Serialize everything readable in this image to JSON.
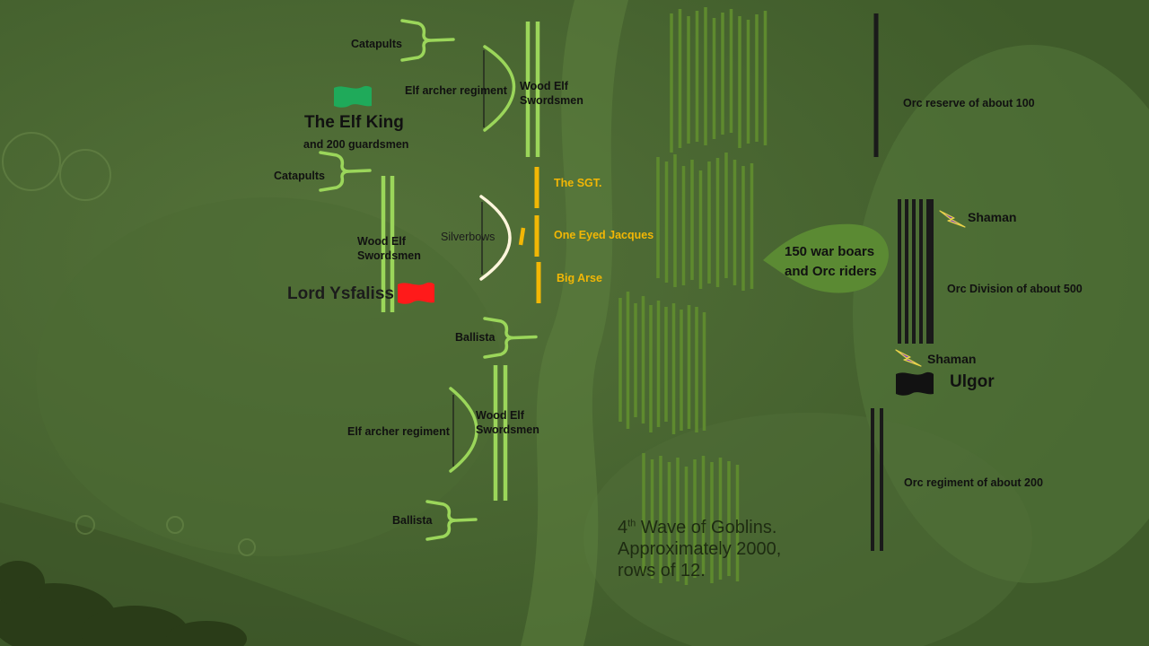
{
  "colors": {
    "terrain": "#4a6832",
    "terrain_dark": "#34491f",
    "elf_units": "#9bd65a",
    "goblin_rows": "#5e8a2e",
    "orc_units": "#1a1a1a",
    "champions": "#f2b705",
    "silverbows_arc": "#fff6dc",
    "war_boar_blob": "#5b8a33",
    "elf_king_flag": "#1faa5a",
    "lord_flag": "#ff1a1a",
    "ulgor_flag": "#121212",
    "shaman_bolt": "#7a3fc6"
  },
  "icons": {
    "flag": "flag-icon",
    "shaman": "lightning-bolt-icon",
    "artillery": "bracket-artillery-icon"
  },
  "labels": {
    "catapults_top": "Catapults",
    "elf_archer_top": "Elf archer regiment",
    "wood_elf_top_line1": "Wood Elf",
    "wood_elf_top_line2": "Swordsmen",
    "elf_king_title": "The Elf King",
    "elf_king_sub": "and 200 guardsmen",
    "catapults_mid": "Catapults",
    "wood_elf_mid_line1": "Wood Elf",
    "wood_elf_mid_line2": "Swordsmen",
    "silverbows": "Silverbows",
    "sgt": "The SGT.",
    "one_eyed_jacques": "One Eyed Jacques",
    "big_arse": "Big Arse",
    "lord": "Lord Ysfaliss",
    "ballista_mid": "Ballista",
    "elf_archer_bottom": "Elf archer regiment",
    "wood_elf_bottom_line1": "Wood Elf",
    "wood_elf_bottom_line2": "Swordsmen",
    "ballista_bottom": "Ballista",
    "goblins_pre": "4",
    "goblins_sup": "th",
    "goblins_post": " Wave of Goblins. Approximately 2000, rows of 12.",
    "boars_line1": "150 war boars",
    "boars_line2": "and Orc riders",
    "orc_reserve": "Orc reserve of about 100",
    "shaman_top": "Shaman",
    "orc_division": "Orc Division of about 500",
    "shaman_bottom": "Shaman",
    "ulgor": "Ulgor",
    "orc_regiment": "Orc regiment of about 200"
  }
}
